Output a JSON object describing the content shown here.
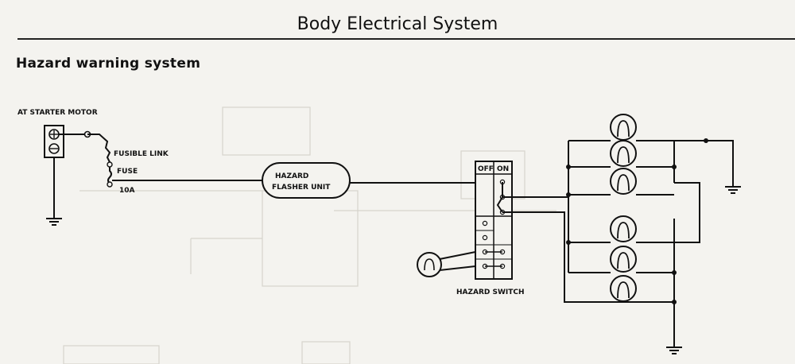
{
  "header": {
    "title": "Body Electrical System"
  },
  "section": {
    "title": "Hazard warning system"
  },
  "diagram": {
    "labels": {
      "at_starter_motor": "AT STARTER MOTOR",
      "fusible_link": "FUSIBLE LINK",
      "fuse": "FUSE",
      "fuse_rating": "10A",
      "hazard_line1": "HAZARD",
      "hazard_line2": "FLASHER UNIT",
      "switch_off": "OFF",
      "switch_on": "ON",
      "hazard_switch": "HAZARD SWITCH"
    }
  }
}
